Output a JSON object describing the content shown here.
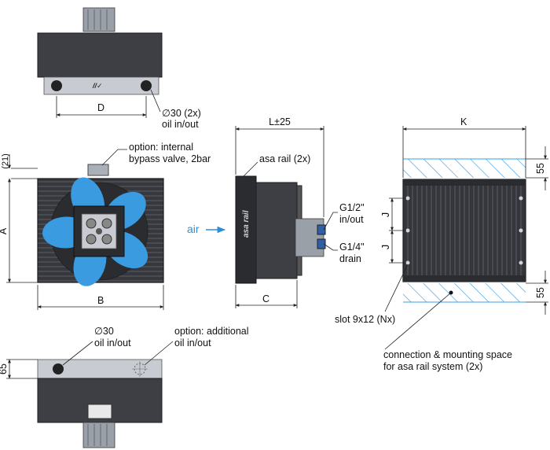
{
  "labels": {
    "dim_d": "D",
    "oil_top_line1": "∅30 (2x)",
    "oil_top_line2": "oil in/out",
    "dim_21": "(21)",
    "bypass_line1": "option: internal",
    "bypass_line2": "bypass valve, 2bar",
    "dim_a": "A",
    "dim_b": "B",
    "air": "air",
    "dim_l": "L±25",
    "asa_rail": "asa rail (2x)",
    "g12_line1": "G1/2\"",
    "g12_line2": "in/out",
    "g14_line1": "G1/4\"",
    "g14_line2": "drain",
    "dim_c": "C",
    "rail_text": "asa rail",
    "dim_k": "K",
    "dim_55_top": "55",
    "dim_55_bottom": "55",
    "dim_j1": "J",
    "dim_j2": "J",
    "slot": "slot 9x12 (Nx)",
    "connection_line1": "connection & mounting space",
    "connection_line2": "for asa rail system (2x)",
    "oil_bottom_line1": "∅30",
    "oil_bottom_line2": "oil in/out",
    "additional_line1": "option: additional",
    "additional_line2": "oil in/out",
    "dim_65": "65"
  },
  "colors": {
    "body": "#3d3f44",
    "fan_blue": "#3a9be0",
    "air_blue": "#2a8fd8",
    "hatch_blue": "#3aa0e6"
  }
}
